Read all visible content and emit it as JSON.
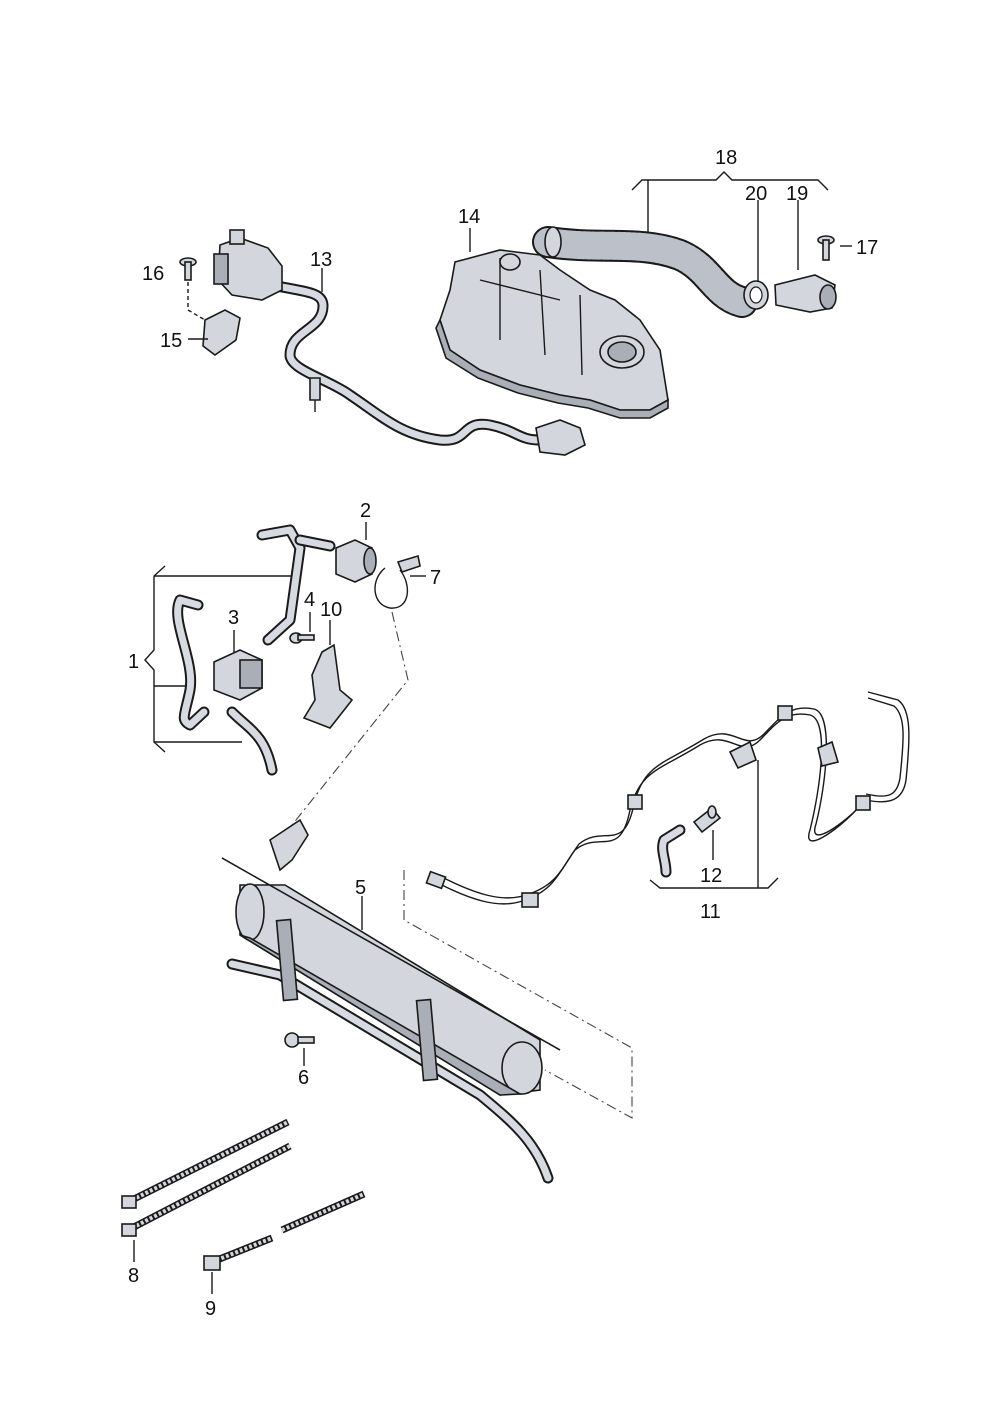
{
  "callouts": {
    "c1": "1",
    "c2": "2",
    "c3": "3",
    "c4": "4",
    "c5": "5",
    "c6": "6",
    "c7": "7",
    "c8": "8",
    "c9": "9",
    "c10": "10",
    "c11": "11",
    "c12": "12",
    "c13": "13",
    "c14": "14",
    "c15": "15",
    "c16": "16",
    "c17": "17",
    "c18": "18",
    "c19": "19",
    "c20": "20"
  },
  "colors": {
    "line": "#1a1a1a",
    "part_fill": "#d3d6dc",
    "part_shade": "#a9aeb7"
  }
}
